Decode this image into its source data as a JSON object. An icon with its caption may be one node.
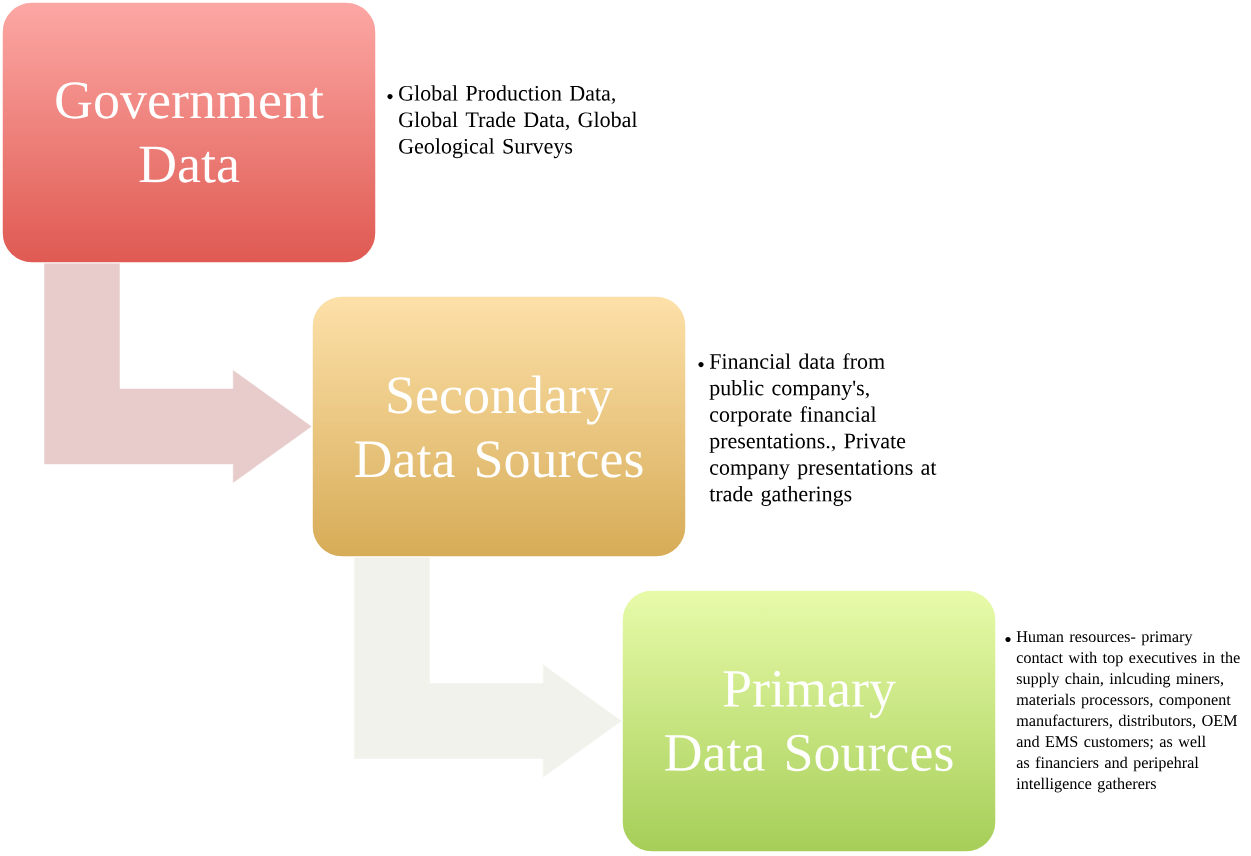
{
  "diagram": {
    "nodes": [
      {
        "text": [
          "Government Data"
        ],
        "beside": [
          "Global Production Data, Global Trade Data, Global Geological Surveys"
        ]
      },
      {
        "text": [
          "Secondary Data Sources"
        ],
        "beside": [
          "Financial data from public company's, corporate financial presentations., Private company presentations at trade gatherings"
        ]
      },
      {
        "text": [
          "Primary Data Sources"
        ],
        "beside": [
          "Human resources- primary contact with top executives in the supply chain, inlcuding miners, materials processors, component manufacturers, distributors, OEM and EMS customers; as well as financiers and peripehral intelligence gatherers"
        ]
      }
    ],
    "edges": [
      {
        "from": 0,
        "to": 1,
        "arrow": "to",
        "style": "thick",
        "color": "#e8cccc"
      },
      {
        "from": 1,
        "to": 2,
        "arrow": "to",
        "style": "thick",
        "color": "#f0f2eb"
      }
    ]
  }
}
